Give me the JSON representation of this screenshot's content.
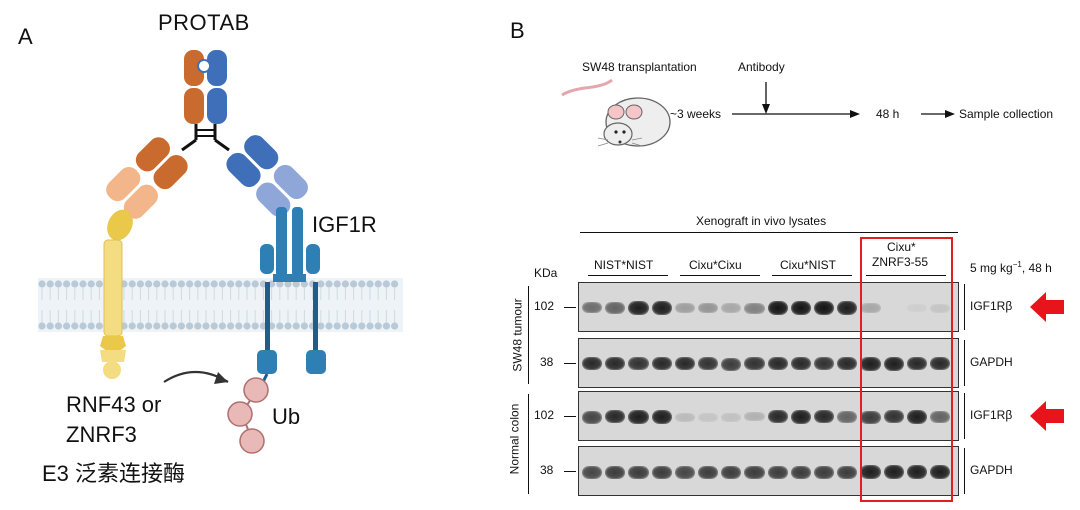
{
  "panel_a": {
    "letter": "A",
    "title": "PROTAB",
    "receptor_label": "IGF1R",
    "ligase_label_line1": "RNF43 or",
    "ligase_label_line2": "ZNRF3",
    "ligase_caption": "E3 泛素连接酶",
    "ub_label": "Ub",
    "colors": {
      "heavy_left": "#c96a2e",
      "heavy_right": "#3f6fb8",
      "light_left": "#f3b58a",
      "light_right": "#8fa6d8",
      "igf1r": "#2e7fb3",
      "e3": "#e9c84a",
      "ub": "#e8b9b6"
    }
  },
  "panel_b": {
    "letter": "B",
    "timeline": {
      "transplant": "SW48 transplantation",
      "antibody": "Antibody",
      "weeks": "~3 weeks",
      "hours": "48 h",
      "collection": "Sample collection"
    },
    "blot": {
      "header": "Xenograft in vivo lysates",
      "kda_label": "KDa",
      "dose_prefix": "5 mg kg",
      "dose_exp": "−1",
      "dose_suffix": ", 48 h",
      "groups": [
        "NIST*NIST",
        "Cixu*Cixu",
        "Cixu*NIST"
      ],
      "highlight_group_line1": "Cixu*",
      "highlight_group_line2": "ZNRF3-55",
      "tissues": [
        "SW48 tumour",
        "Normal colon"
      ],
      "rows": [
        {
          "mw": "102",
          "label": "IGF1Rβ",
          "arrow": true,
          "intensity": [
            0.55,
            0.6,
            0.95,
            0.95,
            0.3,
            0.35,
            0.25,
            0.45,
            1.0,
            1.0,
            1.0,
            0.95,
            0.25,
            0.0,
            0.05,
            0.1
          ]
        },
        {
          "mw": "38",
          "label": "GAPDH",
          "arrow": false,
          "intensity": [
            0.9,
            0.9,
            0.85,
            0.9,
            0.9,
            0.85,
            0.8,
            0.85,
            0.9,
            0.9,
            0.85,
            0.9,
            0.95,
            0.95,
            0.9,
            0.9
          ]
        },
        {
          "mw": "102",
          "label": "IGF1Rβ",
          "arrow": true,
          "intensity": [
            0.75,
            0.9,
            0.95,
            0.95,
            0.15,
            0.1,
            0.12,
            0.2,
            0.9,
            0.95,
            0.9,
            0.6,
            0.8,
            0.85,
            0.95,
            0.6
          ]
        },
        {
          "mw": "38",
          "label": "GAPDH",
          "arrow": false,
          "intensity": [
            0.75,
            0.8,
            0.8,
            0.8,
            0.75,
            0.8,
            0.8,
            0.8,
            0.8,
            0.8,
            0.8,
            0.8,
            0.95,
            0.95,
            0.95,
            0.95
          ]
        }
      ],
      "highlight_color": "#e02020",
      "arrow_color": "#e8141c"
    }
  }
}
